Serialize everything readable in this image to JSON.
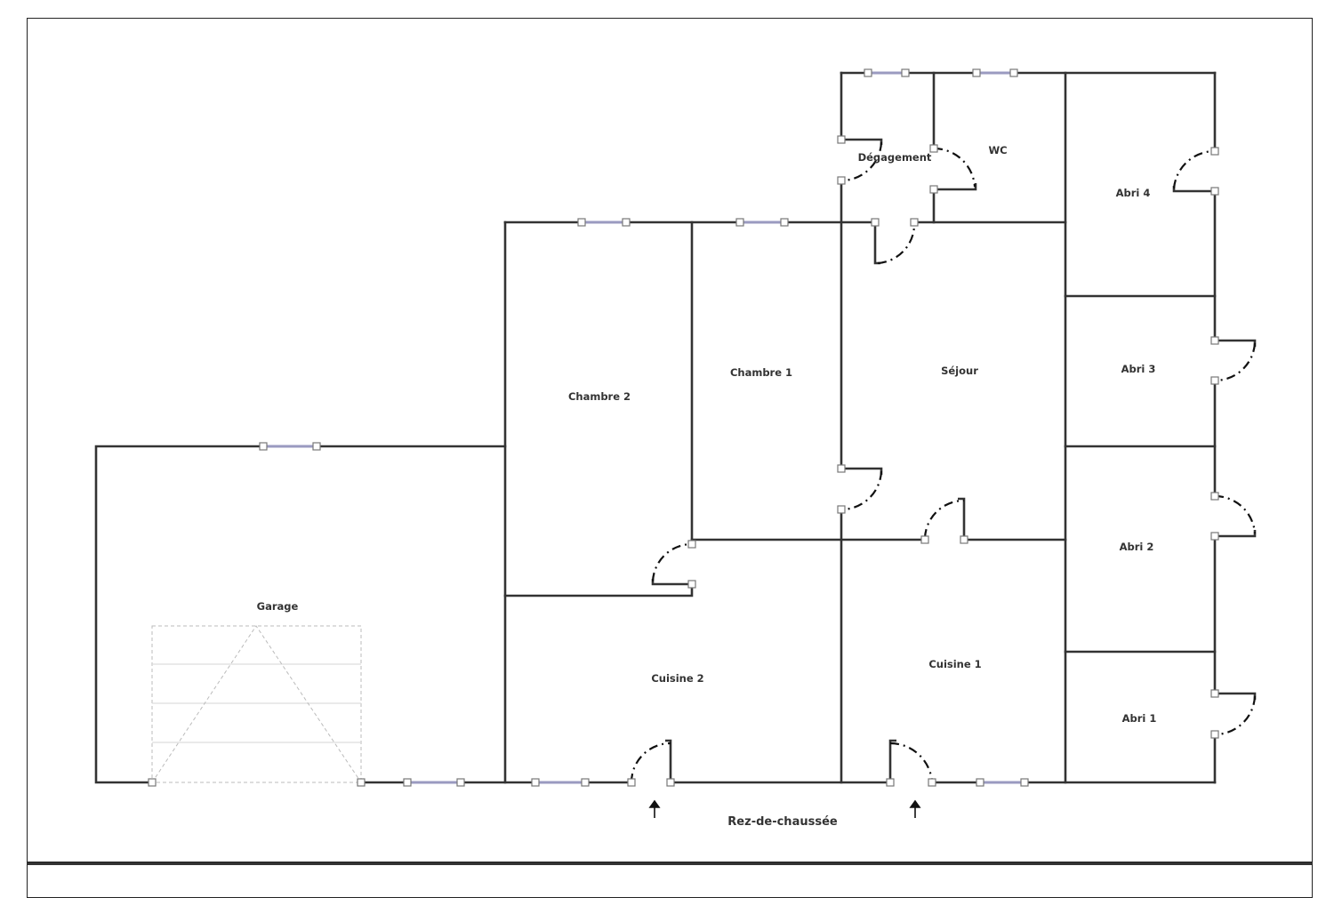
{
  "plan": {
    "title": "Rez-de-chaussée",
    "rooms": [
      {
        "id": "garage",
        "label": "Garage"
      },
      {
        "id": "chambre-2",
        "label": "Chambre 2"
      },
      {
        "id": "chambre-1",
        "label": "Chambre 1"
      },
      {
        "id": "sejour",
        "label": "Séjour"
      },
      {
        "id": "degagement",
        "label": "Dégagement"
      },
      {
        "id": "wc",
        "label": "WC"
      },
      {
        "id": "cuisine-2",
        "label": "Cuisine 2"
      },
      {
        "id": "cuisine-1",
        "label": "Cuisine 1"
      },
      {
        "id": "abri-4",
        "label": "Abri 4"
      },
      {
        "id": "abri-3",
        "label": "Abri 3"
      },
      {
        "id": "abri-2",
        "label": "Abri 2"
      },
      {
        "id": "abri-1",
        "label": "Abri 1"
      }
    ],
    "entrances": [
      {
        "id": "entrance-cuisine-2",
        "icon": "arrow-up-icon"
      },
      {
        "id": "entrance-cuisine-1",
        "icon": "arrow-up-icon"
      }
    ],
    "colors": {
      "wall": "#333333",
      "window": "#9a9ac0",
      "door_arc": "#111111",
      "garage_door": "#bbbbbb"
    }
  }
}
